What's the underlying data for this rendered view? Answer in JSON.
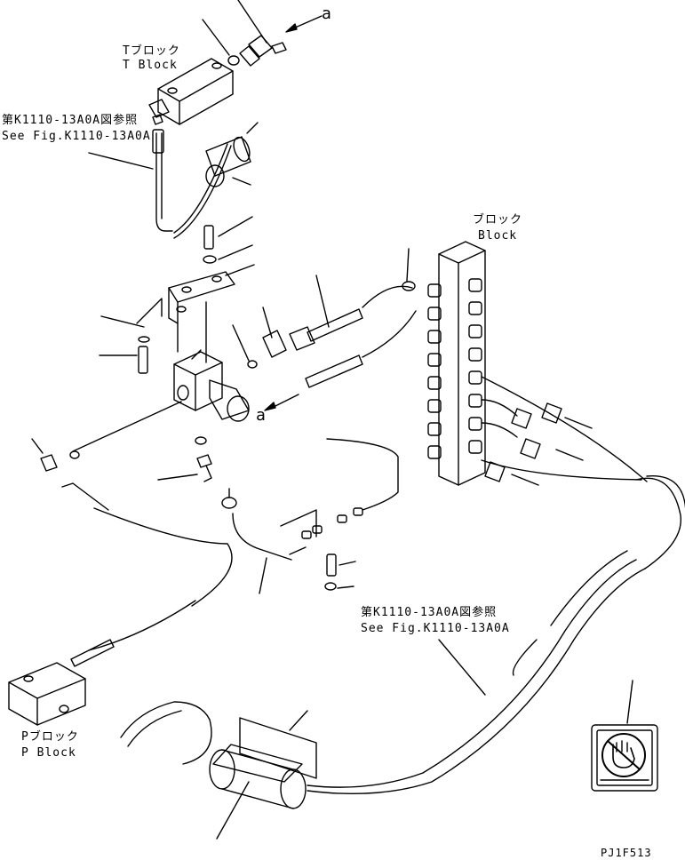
{
  "labels": {
    "t_block_jp": "Tブロック",
    "t_block_en": "T Block",
    "see_fig_jp_1": "第K1110-13A0A図参照",
    "see_fig_en_1": "See Fig.K1110-13A0A",
    "block_jp": "ブロック",
    "block_en": "Block",
    "a_top": "a",
    "a_mid": "a",
    "see_fig_jp_2": "第K1110-13A0A図参照",
    "see_fig_en_2": "See Fig.K1110-13A0A",
    "p_block_jp": "Pブロック",
    "p_block_en": "P Block",
    "drawing_code": "PJ1F513"
  },
  "icons": {
    "warning_symbol": "no-hand-touch-icon"
  }
}
